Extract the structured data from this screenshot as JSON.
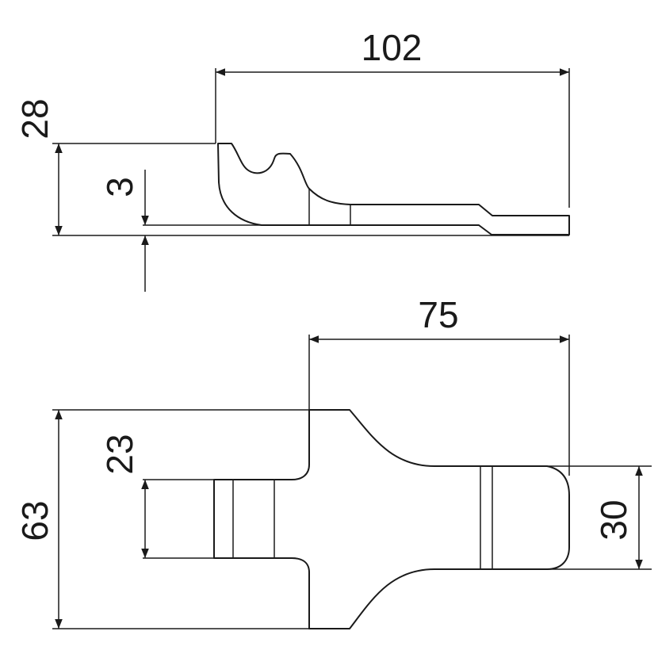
{
  "drawing": {
    "side_view": {
      "overall_length": "102",
      "overall_height": "28",
      "plate_thickness": "3"
    },
    "top_view": {
      "length_to_shoulder": "75",
      "overall_width": "63",
      "slot_width": "23",
      "tongue_width": "30"
    },
    "colors": {
      "line": "#1a1a1a",
      "background": "#ffffff"
    }
  }
}
